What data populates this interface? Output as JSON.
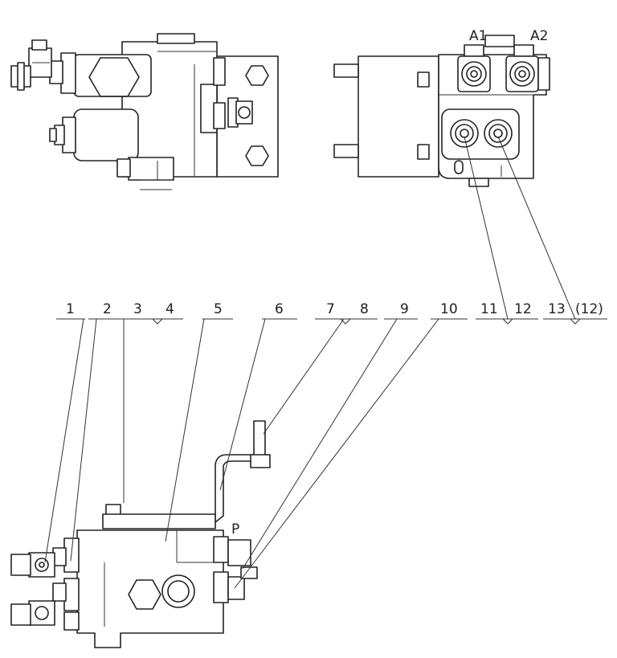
{
  "callouts": {
    "c1": "1",
    "c2": "2",
    "c3": "3",
    "c4": "4",
    "c5": "5",
    "c6": "6",
    "c7": "7",
    "c8": "8",
    "c9": "9",
    "c10": "10",
    "c11": "11",
    "c12": "12",
    "c13": "13",
    "c13b": "(12)"
  },
  "ports": {
    "a1": "A1",
    "a2": "A2",
    "p": "P"
  },
  "colors": {
    "line": "#222222",
    "paper": "#ffffff"
  }
}
